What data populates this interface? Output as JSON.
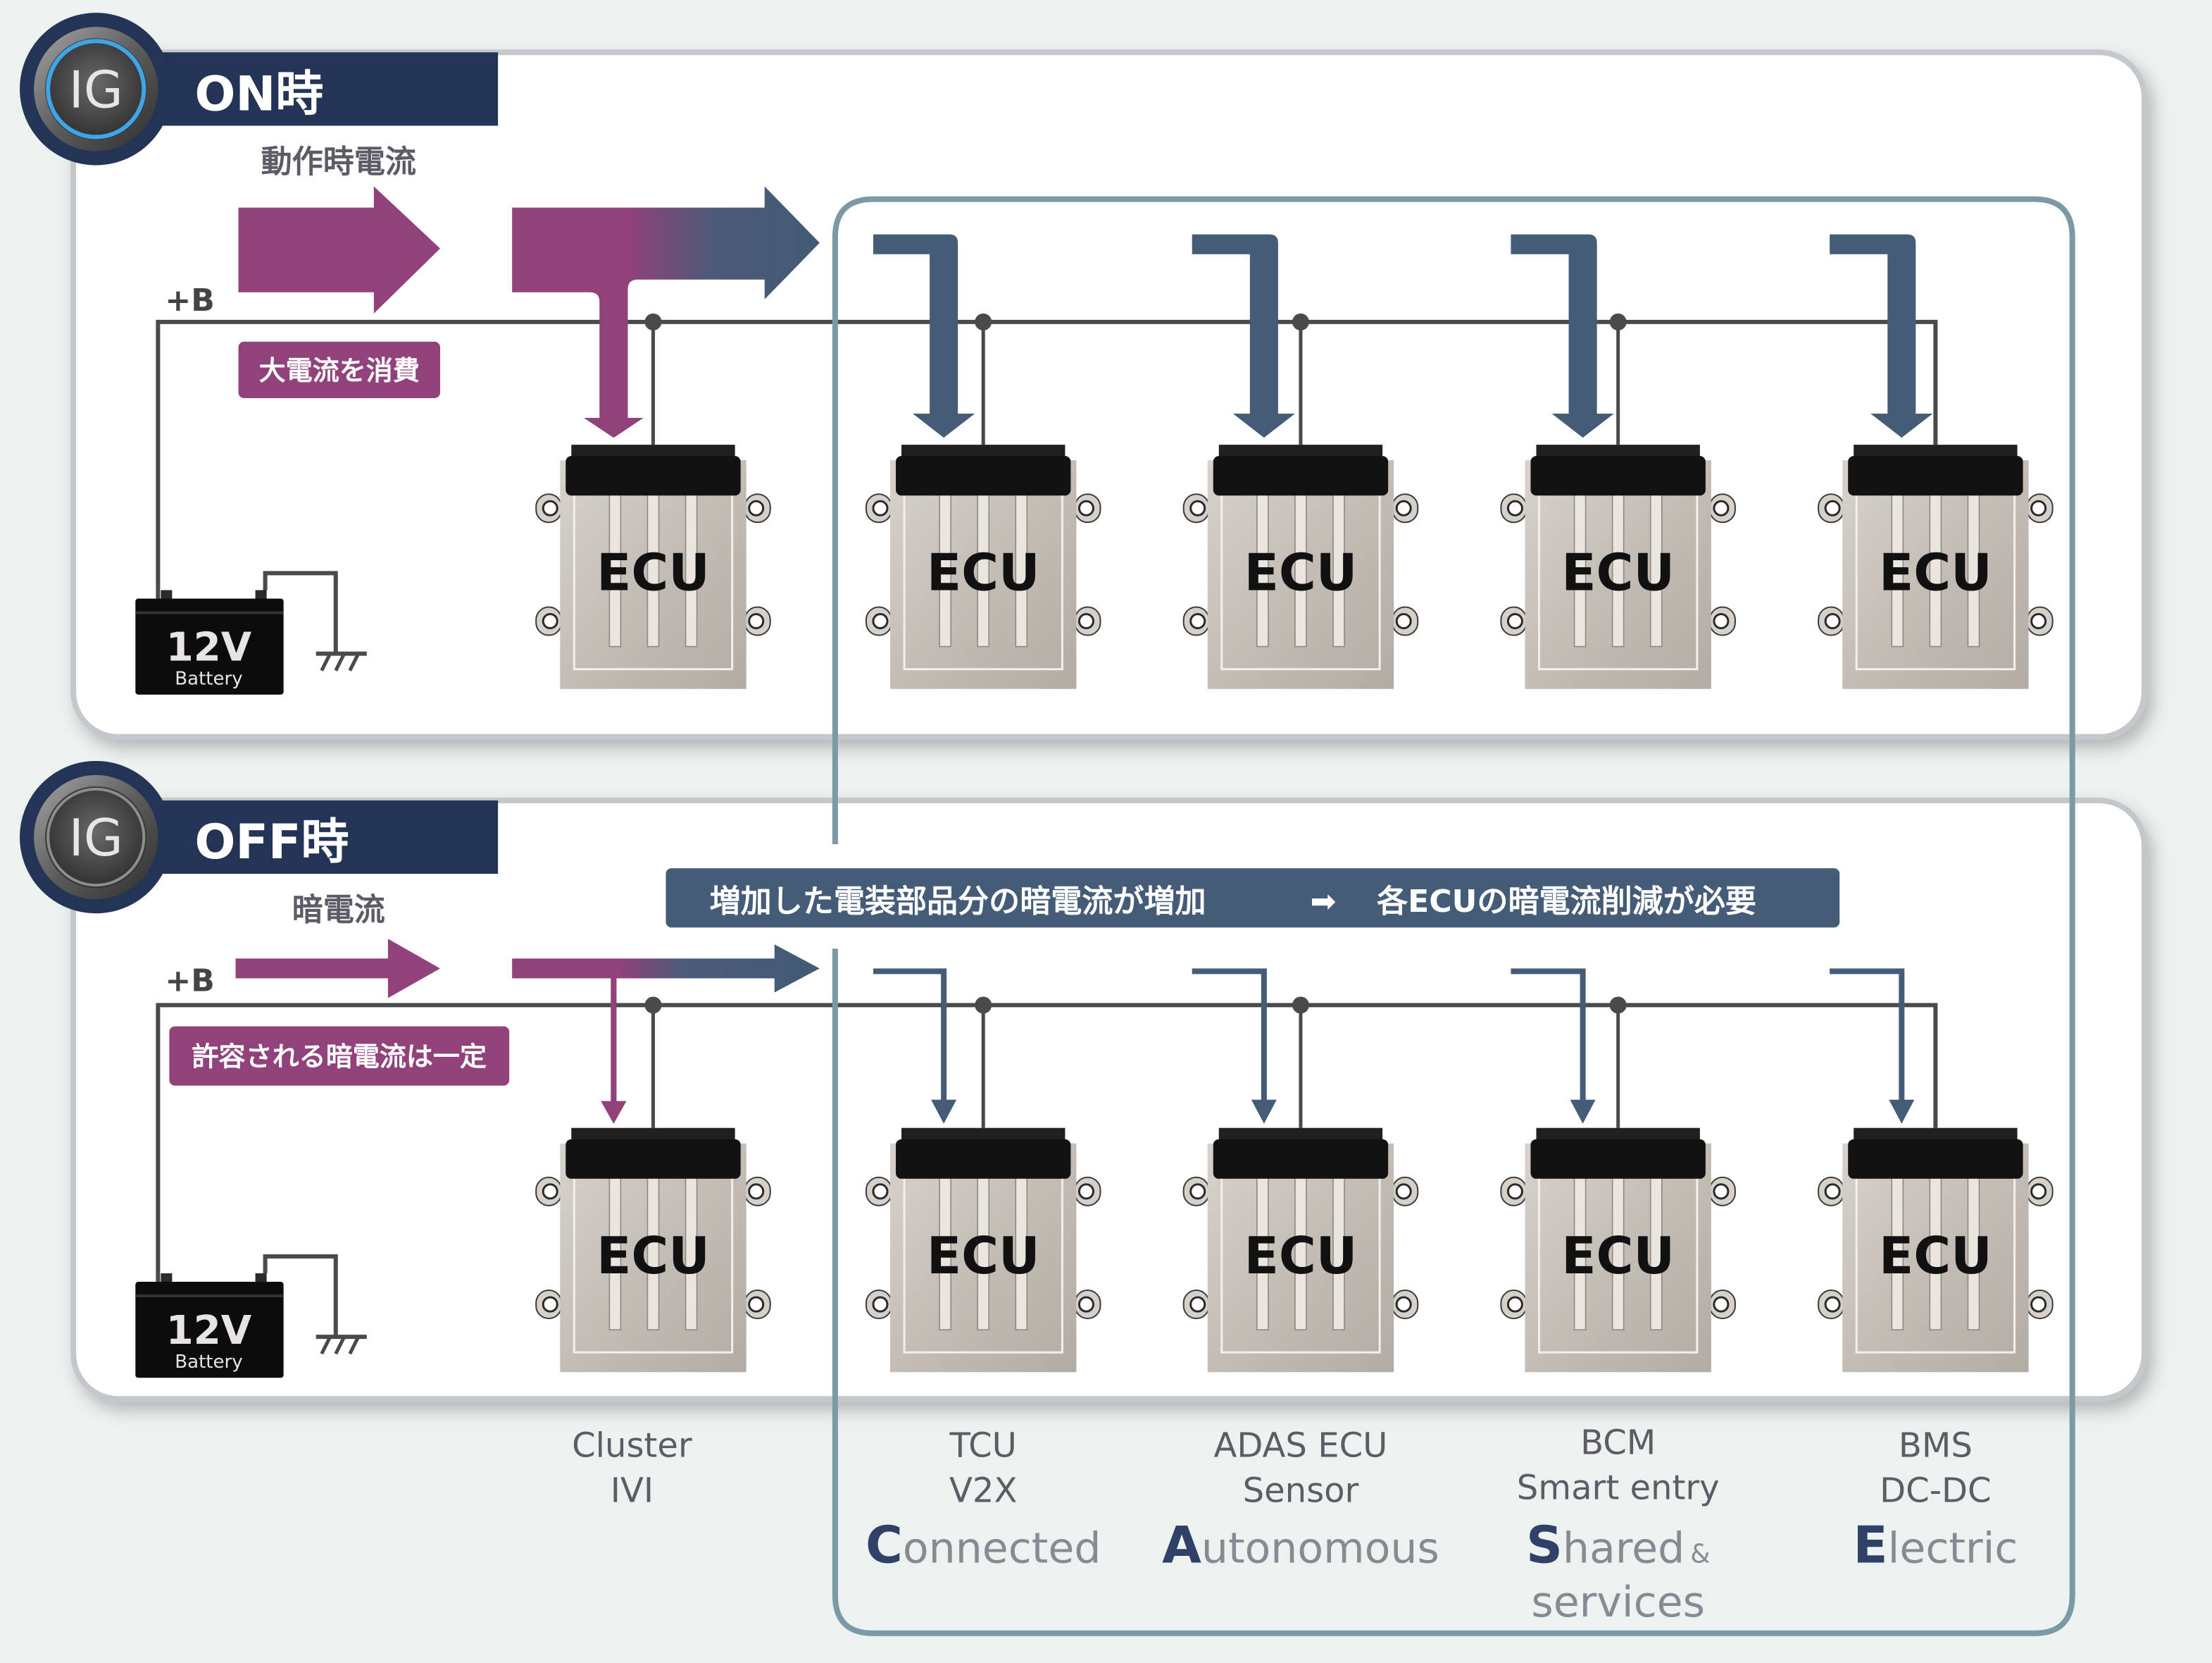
{
  "colors": {
    "background": "#ecf2f0",
    "panel": "#ffffff",
    "panel_border": "#c4c8cc",
    "header_navy": "#233457",
    "magenta": "#91427a",
    "steel_blue": "#445c78",
    "wire": "#4a4a4a",
    "group_outline": "#7c9aa6",
    "label_gray": "#5e5a66",
    "cat_light": "#8a8892",
    "cat_initial": "#2f4166",
    "ig_ring_on": "#3ea6e6",
    "ig_ring_off": "#8d8d8d"
  },
  "sections": [
    {
      "id": "on",
      "ig_label": "IG",
      "title": "ON時",
      "current_label": "動作時電流",
      "bus_label": "+B",
      "badge": "大電流を消費",
      "ig_active": true,
      "arrow_weight": "thick"
    },
    {
      "id": "off",
      "ig_label": "IG",
      "title": "OFF時",
      "current_label": "暗電流",
      "bus_label": "+B",
      "badge": "許容される暗電流は一定",
      "ig_active": false,
      "arrow_weight": "thin"
    }
  ],
  "battery": {
    "voltage": "12V",
    "label": "Battery"
  },
  "ecu_label": "ECU",
  "banner": {
    "left": "増加した電装部品分の暗電流が増加",
    "arrow": "➡",
    "right": "各ECUの暗電流削減が必要"
  },
  "ecus": [
    {
      "lines": [
        "Cluster",
        "IVI"
      ],
      "category": null
    },
    {
      "lines": [
        "TCU",
        "V2X"
      ],
      "category": {
        "initial": "C",
        "rest": "onnected",
        "extra": ""
      }
    },
    {
      "lines": [
        "ADAS ECU",
        "Sensor"
      ],
      "category": {
        "initial": "A",
        "rest": "utonomous",
        "extra": ""
      }
    },
    {
      "lines": [
        "BCM",
        "Smart entry"
      ],
      "category": {
        "initial": "S",
        "rest": "hared",
        "amp": "&",
        "extra": "services"
      }
    },
    {
      "lines": [
        "BMS",
        "DC-DC"
      ],
      "category": {
        "initial": "E",
        "rest": "lectric",
        "extra": ""
      }
    }
  ]
}
